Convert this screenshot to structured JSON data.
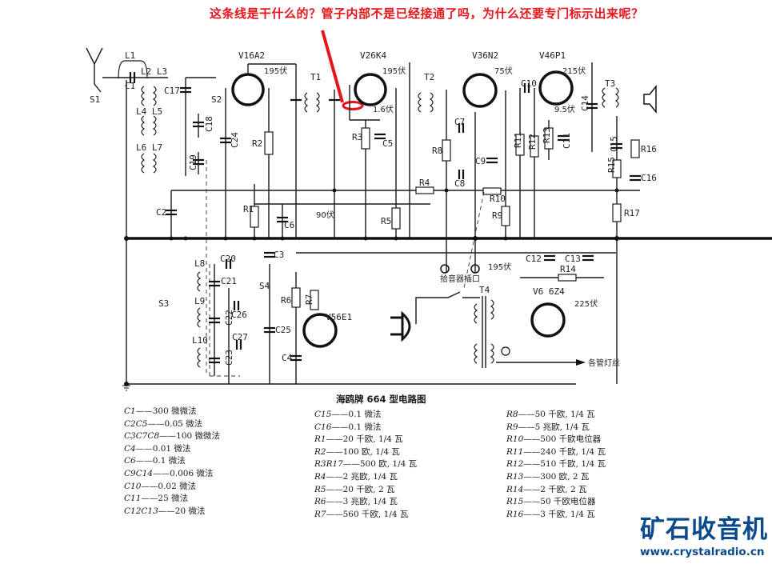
{
  "annotation": {
    "question": "这条线是干什么的？管子内部不是已经接通了吗，为什么还要专门标示出来呢？",
    "color": "#e8141c"
  },
  "schematic": {
    "title": "海鸥牌 664 型电路图",
    "tubes": [
      "V16A2",
      "V26K4",
      "V36N2",
      "V46P1",
      "V56E1",
      "V6 6Z4"
    ],
    "voltages": [
      "195伏",
      "195伏",
      "75伏",
      "215伏",
      "1.6伏",
      "9.5伏",
      "90伏",
      "195伏",
      "225伏"
    ],
    "component_labels": {
      "l1": "L1",
      "c1": "C1",
      "l2l3": "L2 L3",
      "c17": "C17",
      "s1": "S1",
      "s2": "S2",
      "l4l5": "L4 L5",
      "l6l7": "L6 L7",
      "c18": "C18",
      "c19": "C19",
      "c24": "C24",
      "r2": "R2",
      "t1": "T1",
      "t2": "T2",
      "t3": "T3",
      "t4": "T4",
      "r3": "R3",
      "c5": "C5",
      "r8": "R8",
      "c7": "C7",
      "c8": "C8",
      "c9": "C9",
      "r4": "R4",
      "r10": "R10",
      "r9": "R9",
      "r5": "R5",
      "r1": "R1",
      "c2": "C2",
      "c6": "C6",
      "r11": "R11",
      "r12": "R12",
      "r13": "R13",
      "c10": "C10",
      "c11": "C11",
      "c14": "C14",
      "c15": "C15",
      "r15": "R15",
      "r16": "R16",
      "c16": "C16",
      "r17": "R17",
      "c12": "C12",
      "c13": "C13",
      "r14": "R14",
      "l8": "L8",
      "l9": "L9",
      "l10": "L10",
      "c20": "C20",
      "c21": "C21",
      "c22": "C22",
      "c23": "C23",
      "c26": "C26",
      "c27": "C27",
      "c25": "C25",
      "c3": "C3",
      "c4": "C4",
      "s3": "S3",
      "s4": "S4",
      "r6": "R6",
      "r7": "R7",
      "pickup_jack": "拾音器插口",
      "heaters": "各管灯丝"
    }
  },
  "parts_list": {
    "col1": [
      {
        "ref": "C1",
        "val": "——300 微微法"
      },
      {
        "ref": "C2C5",
        "val": "——0.05 微法"
      },
      {
        "ref": "C3C7C8",
        "val": "——100 微微法"
      },
      {
        "ref": "C4",
        "val": "——0.01 微法"
      },
      {
        "ref": "C6",
        "val": "——0.1 微法"
      },
      {
        "ref": "C9C14",
        "val": "——0.006 微法"
      },
      {
        "ref": "C10",
        "val": "——0.02 微法"
      },
      {
        "ref": "C11",
        "val": "——25 微法"
      },
      {
        "ref": "C12C13",
        "val": "——20 微法"
      }
    ],
    "col2": [
      {
        "ref": "C15",
        "val": "——0.1 微法"
      },
      {
        "ref": "C16",
        "val": "——0.1 微法"
      },
      {
        "ref": "R1",
        "val": "——20 千欧, 1/4 瓦"
      },
      {
        "ref": "R2",
        "val": "——100 欧, 1/4 瓦"
      },
      {
        "ref": "R3R17",
        "val": "——500 欧, 1/4 瓦"
      },
      {
        "ref": "R4",
        "val": "——2 兆欧, 1/4 瓦"
      },
      {
        "ref": "R5",
        "val": "——20 千欧, 2 瓦"
      },
      {
        "ref": "R6",
        "val": "——3 兆欧, 1/4 瓦"
      },
      {
        "ref": "R7",
        "val": "——560 千欧, 1/4 瓦"
      }
    ],
    "col3": [
      {
        "ref": "R8",
        "val": "——50 千欧, 1/4 瓦"
      },
      {
        "ref": "R9",
        "val": "——5 兆欧, 1/4 瓦"
      },
      {
        "ref": "R10",
        "val": "——500 千欧电位器"
      },
      {
        "ref": "R11",
        "val": "——240 千欧, 1/4 瓦"
      },
      {
        "ref": "R12",
        "val": "——510 千欧, 1/4 瓦"
      },
      {
        "ref": "R13",
        "val": "——300 欧, 2 瓦"
      },
      {
        "ref": "R14",
        "val": "——2 千欧, 2 瓦"
      },
      {
        "ref": "R15",
        "val": "——50 千欧电位器"
      },
      {
        "ref": "R16",
        "val": "——3 千欧, 1/4 瓦"
      }
    ]
  },
  "logo": {
    "name": "矿石收音机",
    "url": "www.crystalradio.cn",
    "color": "#0a4a8c"
  }
}
